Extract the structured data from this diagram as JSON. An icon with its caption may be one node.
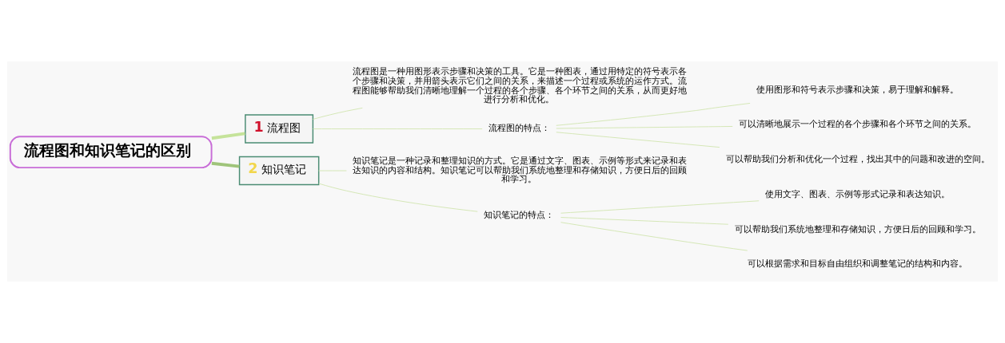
{
  "diagram": {
    "nodes": [
      {
        "text": [
          "流程图和知识笔记的区别"
        ]
      },
      {
        "text": [
          "1",
          "流程图"
        ]
      },
      {
        "text": [
          "流程图是一种用图形表示步骤和决策的工具。它是一种图表，通过用特定的符号表示各个步骤和决策，并用箭头表示它们之间的关系，来描述一个过程或系统的运作方式。流程图能够帮助我们清晰地理解一个过程的各个步骤、各个环节之间的关系，从而更好地进行分析和优化。"
        ]
      },
      {
        "text": [
          "流程图的特点："
        ]
      },
      {
        "text": [
          "使用图形和符号表示步骤和决策，易于理解和解释。"
        ]
      },
      {
        "text": [
          "可以清晰地展示一个过程的各个步骤和各个环节之间的关系。"
        ]
      },
      {
        "text": [
          "可以帮助我们分析和优化一个过程，找出其中的问题和改进的空间。"
        ]
      },
      {
        "text": [
          "2",
          "知识笔记"
        ]
      },
      {
        "text": [
          "知识笔记是一种记录和整理知识的方式。它是通过文字、图表、示例等形式来记录和表达知识的内容和结构。知识笔记可以帮助我们系统地整理和存储知识，方便日后的回顾和学习。"
        ]
      },
      {
        "text": [
          "知识笔记的特点："
        ]
      },
      {
        "text": [
          "使用文字、图表、示例等形式记录和表达知识。"
        ]
      },
      {
        "text": [
          "可以帮助我们系统地整理和存储知识，方便日后的回顾和学习。"
        ]
      },
      {
        "text": [
          "可以根据需求和目标自由组织和调整笔记的结构和内容。"
        ]
      }
    ],
    "edges": [
      {
        "from": 0,
        "to": 1,
        "arrow": "none",
        "style": "thick",
        "color": "#c5e39a"
      },
      {
        "from": 1,
        "to": 2,
        "arrow": "none"
      },
      {
        "from": 1,
        "to": 3,
        "arrow": "none"
      },
      {
        "from": 3,
        "to": 4,
        "arrow": "none"
      },
      {
        "from": 3,
        "to": 5,
        "arrow": "none"
      },
      {
        "from": 3,
        "to": 6,
        "arrow": "none"
      },
      {
        "from": 0,
        "to": 7,
        "arrow": "none",
        "style": "thick",
        "color": "#9fc47a"
      },
      {
        "from": 7,
        "to": 8,
        "arrow": "none"
      },
      {
        "from": 7,
        "to": 9,
        "arrow": "none"
      },
      {
        "from": 9,
        "to": 10,
        "arrow": "none"
      },
      {
        "from": 9,
        "to": 11,
        "arrow": "none"
      },
      {
        "from": 9,
        "to": 12,
        "arrow": "none"
      }
    ]
  }
}
